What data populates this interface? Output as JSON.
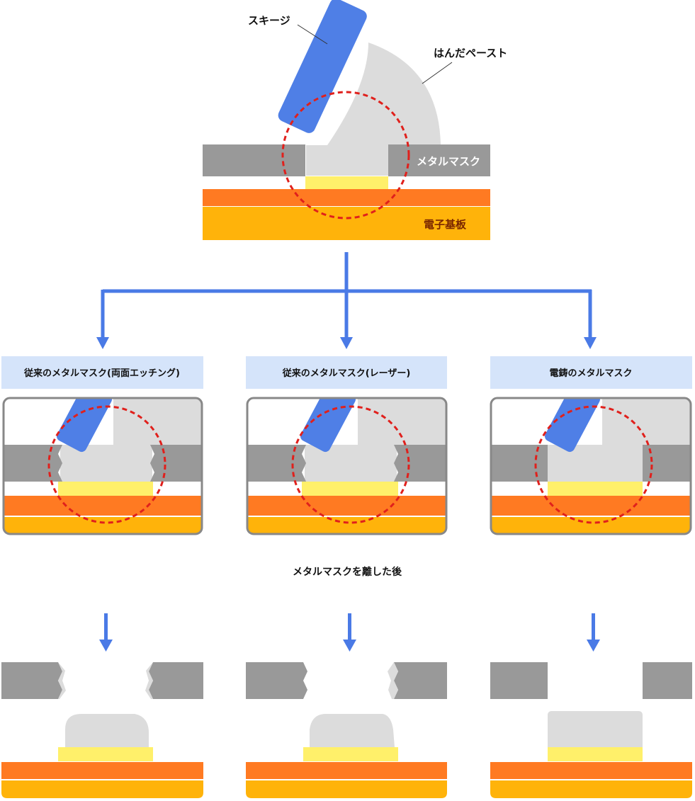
{
  "labels": {
    "squeegee": "スキージ",
    "solder_paste": "はんだペースト",
    "metal_mask": "メタルマスク",
    "substrate": "電子基板",
    "after_release": "メタルマスクを離した後"
  },
  "methods": [
    {
      "title": "従来のメタルマスク(両面エッチング)"
    },
    {
      "title": "従来のメタルマスク(レーザー)"
    },
    {
      "title": "電鋳のメタルマスク"
    }
  ],
  "colors": {
    "squeegee": "#4f7fe6",
    "paste": "#dcdcdc",
    "mask": "#999999",
    "pad": "#fff06a",
    "substrate_top": "#ff7a22",
    "substrate_bottom": "#ffb30a",
    "arrow": "#4a7ae6",
    "highlight_circle": "#e0201c",
    "header_bg": "#d5e4fa"
  }
}
